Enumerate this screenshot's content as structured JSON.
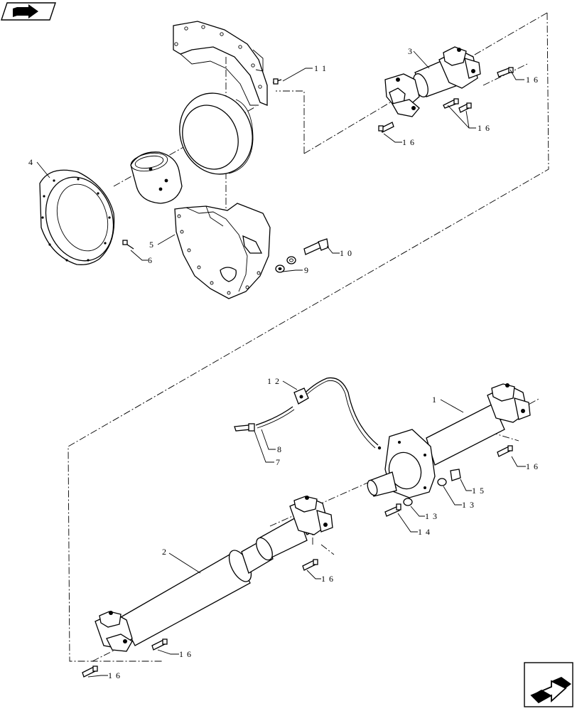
{
  "callouts": [
    {
      "id": "c11",
      "text": "1 1"
    },
    {
      "id": "c3",
      "text": "3"
    },
    {
      "id": "c16a",
      "text": "1 6"
    },
    {
      "id": "c16b",
      "text": "1 6"
    },
    {
      "id": "c16c",
      "text": "1 6"
    },
    {
      "id": "c4",
      "text": "4"
    },
    {
      "id": "c5",
      "text": "5"
    },
    {
      "id": "c6",
      "text": "6"
    },
    {
      "id": "c9",
      "text": "9"
    },
    {
      "id": "c10",
      "text": "1 0"
    },
    {
      "id": "c12",
      "text": "1 2"
    },
    {
      "id": "c1",
      "text": "1"
    },
    {
      "id": "c8",
      "text": "8"
    },
    {
      "id": "c7",
      "text": "7"
    },
    {
      "id": "c16d",
      "text": "1 6"
    },
    {
      "id": "c15",
      "text": "1 5"
    },
    {
      "id": "c13a",
      "text": "1 3"
    },
    {
      "id": "c13b",
      "text": "1 3"
    },
    {
      "id": "c14",
      "text": "1 4"
    },
    {
      "id": "c2",
      "text": "2"
    },
    {
      "id": "c16e",
      "text": "1 6"
    },
    {
      "id": "c16f",
      "text": "1 6"
    },
    {
      "id": "c16g",
      "text": "1 6"
    }
  ],
  "icons": {
    "top_left": "back-arrow-icon",
    "bottom_right": "next-page-arrow-icon"
  }
}
